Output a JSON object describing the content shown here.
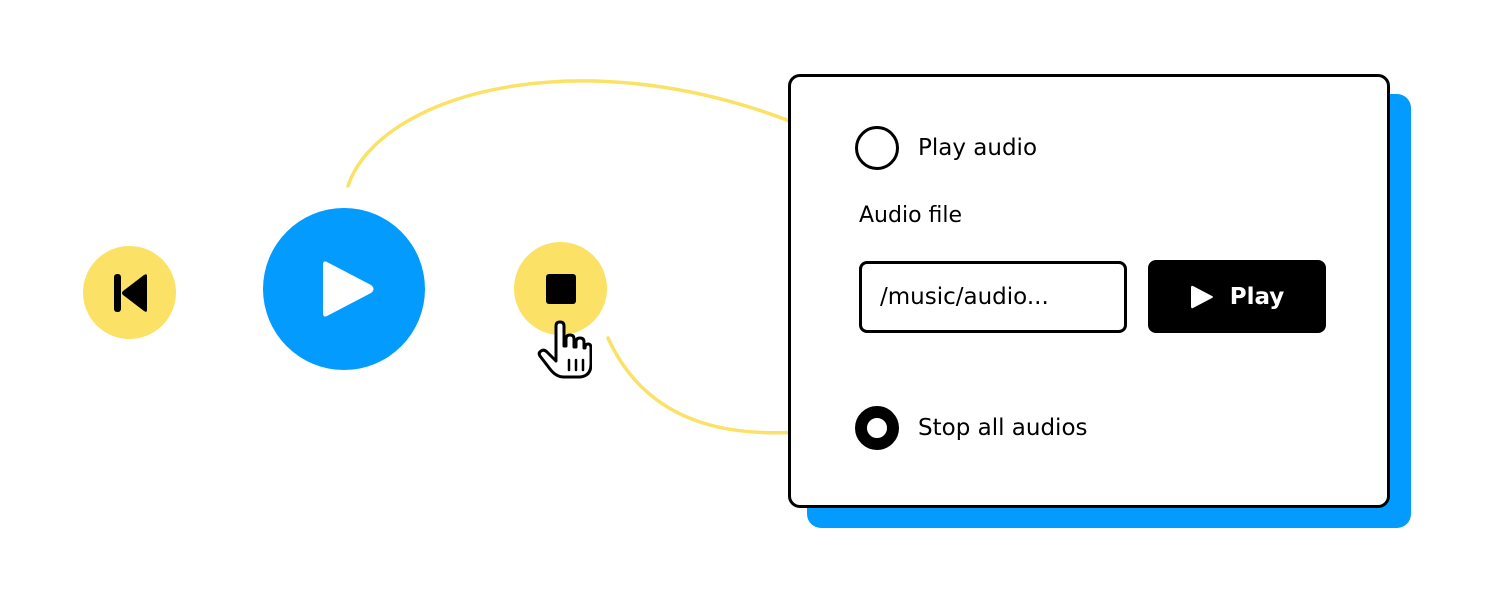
{
  "colors": {
    "accent_blue": "#039BFD",
    "accent_yellow": "#FBE166",
    "ink": "#000000",
    "paper": "#FFFFFF"
  },
  "media_controls": {
    "previous": {
      "icon": "skip-previous-icon"
    },
    "play": {
      "icon": "play-icon"
    },
    "stop": {
      "icon": "stop-icon"
    },
    "cursor": {
      "icon": "pointer-hand-icon"
    }
  },
  "panel": {
    "play_option": {
      "label": "Play audio",
      "selected": false
    },
    "audio_file": {
      "label": "Audio file",
      "value": "/music/audio..."
    },
    "play_button": {
      "label": "Play",
      "icon": "play-icon"
    },
    "stop_option": {
      "label": "Stop all audios",
      "selected": true
    }
  }
}
